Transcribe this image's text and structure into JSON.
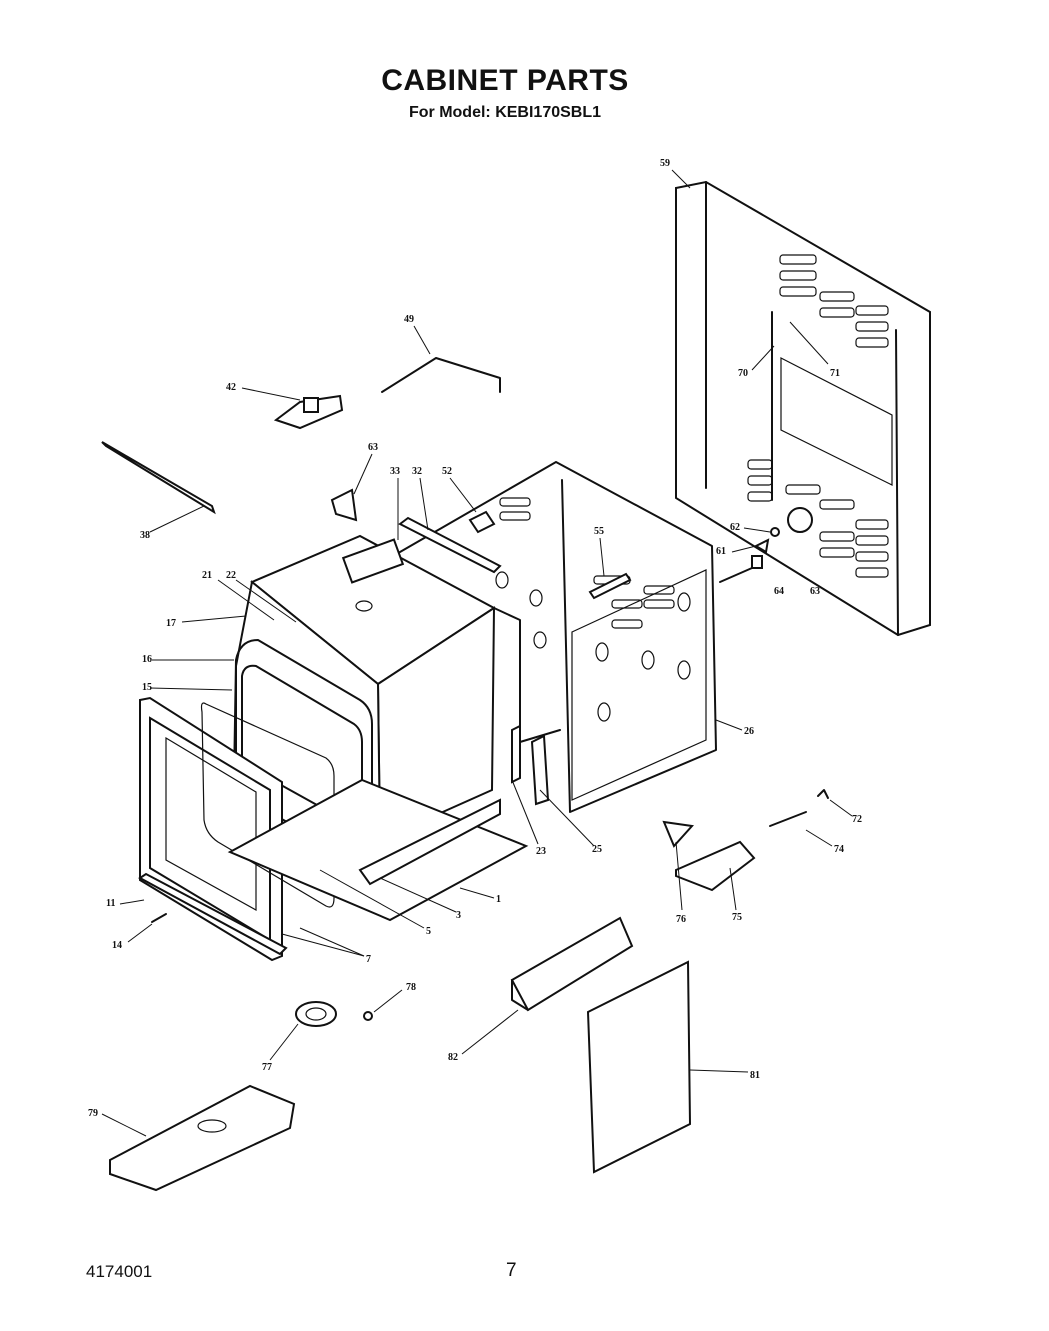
{
  "header": {
    "title": "CABINET PARTS",
    "subtitle": "For Model: KEBI170SBL1"
  },
  "footer": {
    "document_number": "4174001",
    "page_number": "7"
  },
  "callouts": [
    "59",
    "49",
    "42",
    "70",
    "71",
    "38",
    "63",
    "33",
    "32",
    "52",
    "55",
    "62",
    "61",
    "64",
    "63",
    "21",
    "22",
    "17",
    "16",
    "15",
    "26",
    "72",
    "74",
    "23",
    "25",
    "11",
    "1",
    "3",
    "5",
    "76",
    "75",
    "14",
    "7",
    "78",
    "82",
    "81",
    "77",
    "79"
  ]
}
